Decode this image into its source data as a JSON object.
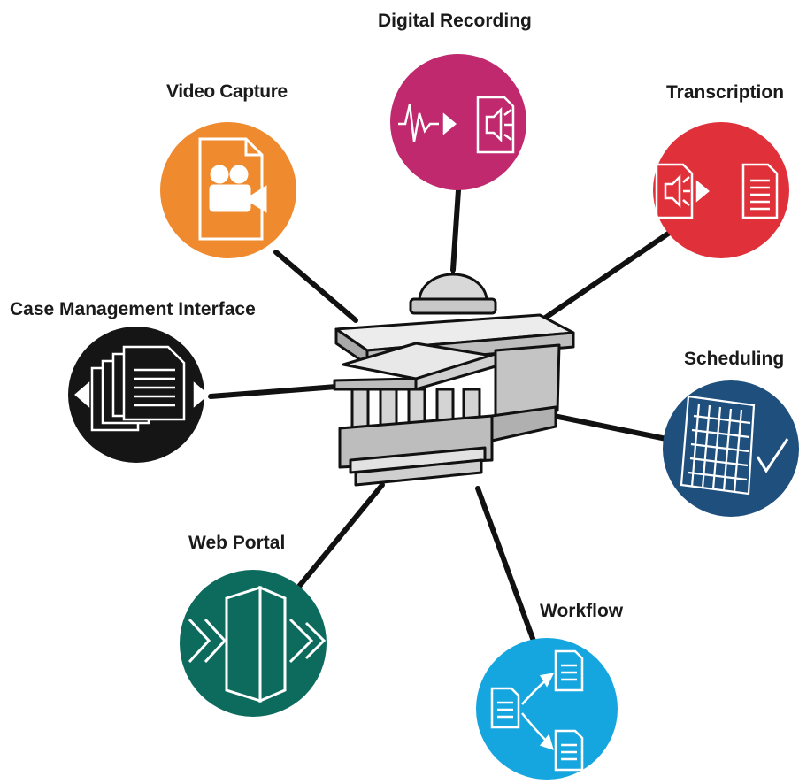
{
  "center": {
    "name": "courthouse",
    "icon": "courthouse-icon"
  },
  "nodes": [
    {
      "id": "video-capture",
      "label": "Video Capture",
      "color": "#ef8a2e",
      "icon": "video-file-icon"
    },
    {
      "id": "digital-recording",
      "label": "Digital Recording",
      "color": "#c0296e",
      "icon": "waveform-to-audio-file-icon"
    },
    {
      "id": "transcription",
      "label": "Transcription",
      "color": "#e0313b",
      "icon": "audio-to-text-file-icon"
    },
    {
      "id": "case-management-interface",
      "label": "Case Management Interface",
      "color": "#151515",
      "icon": "document-stack-icon"
    },
    {
      "id": "scheduling",
      "label": "Scheduling",
      "color": "#1e4f7d",
      "icon": "calendar-check-icon"
    },
    {
      "id": "web-portal",
      "label": "Web Portal",
      "color": "#0d6b5e",
      "icon": "door-portal-icon"
    },
    {
      "id": "workflow",
      "label": "Workflow",
      "color": "#16a6df",
      "icon": "document-flow-icon"
    }
  ]
}
